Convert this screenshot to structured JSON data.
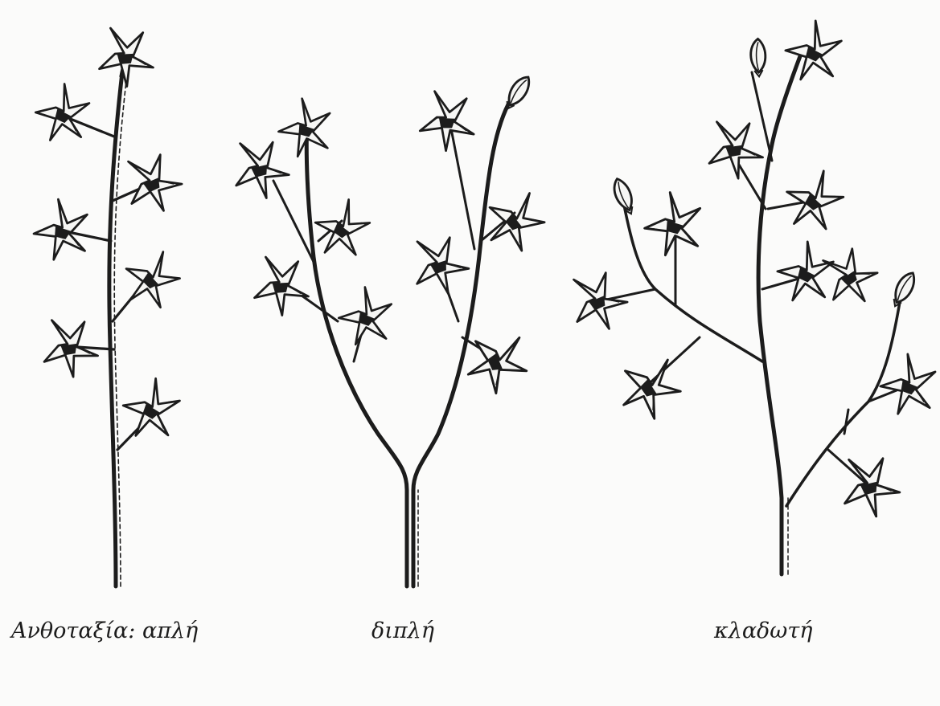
{
  "captions": {
    "simple": "Ανθοταξία: απλή",
    "double": "διπλή",
    "branched": "κλαδωτή"
  },
  "colors": {
    "ink": "#1c1c1c",
    "petal_fill": "#f6f6f4",
    "paper": "#fbfbfa"
  },
  "icons": [
    "flower-icon",
    "flower-bud-icon"
  ]
}
